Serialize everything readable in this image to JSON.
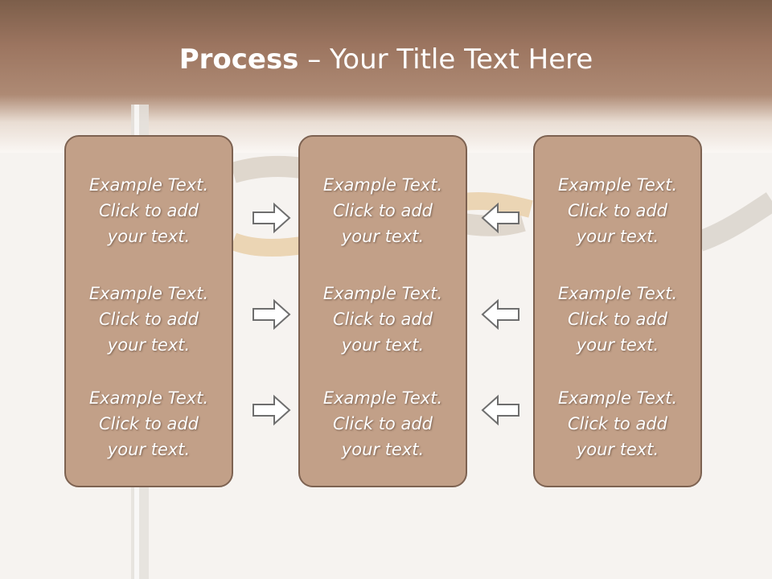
{
  "title": {
    "bold": "Process",
    "rest": " – Your Title Text Here"
  },
  "columns": [
    {
      "items": [
        "Example Text.\nClick  to add\nyour text.",
        "Example Text.\nClick  to add\nyour text.",
        "Example Text.\nClick  to add\nyour text."
      ]
    },
    {
      "items": [
        "Example Text.\nClick  to add\nyour text.",
        "Example Text.\nClick  to add\nyour text.",
        "Example Text.\nClick  to add\nyour text."
      ]
    },
    {
      "items": [
        "Example Text.\nClick  to add\nyour text.",
        "Example Text.\nClick  to add\nyour text.",
        "Example Text.\nClick  to add\nyour text."
      ]
    }
  ],
  "arrows": {
    "left_group": [
      "right-arrow-icon",
      "right-arrow-icon",
      "right-arrow-icon"
    ],
    "right_group": [
      "left-arrow-icon",
      "left-arrow-icon",
      "left-arrow-icon"
    ]
  },
  "colors": {
    "header": "#9c7560",
    "box_fill": "#c2a088",
    "box_border": "#7d6251",
    "text": "#ffffff"
  }
}
